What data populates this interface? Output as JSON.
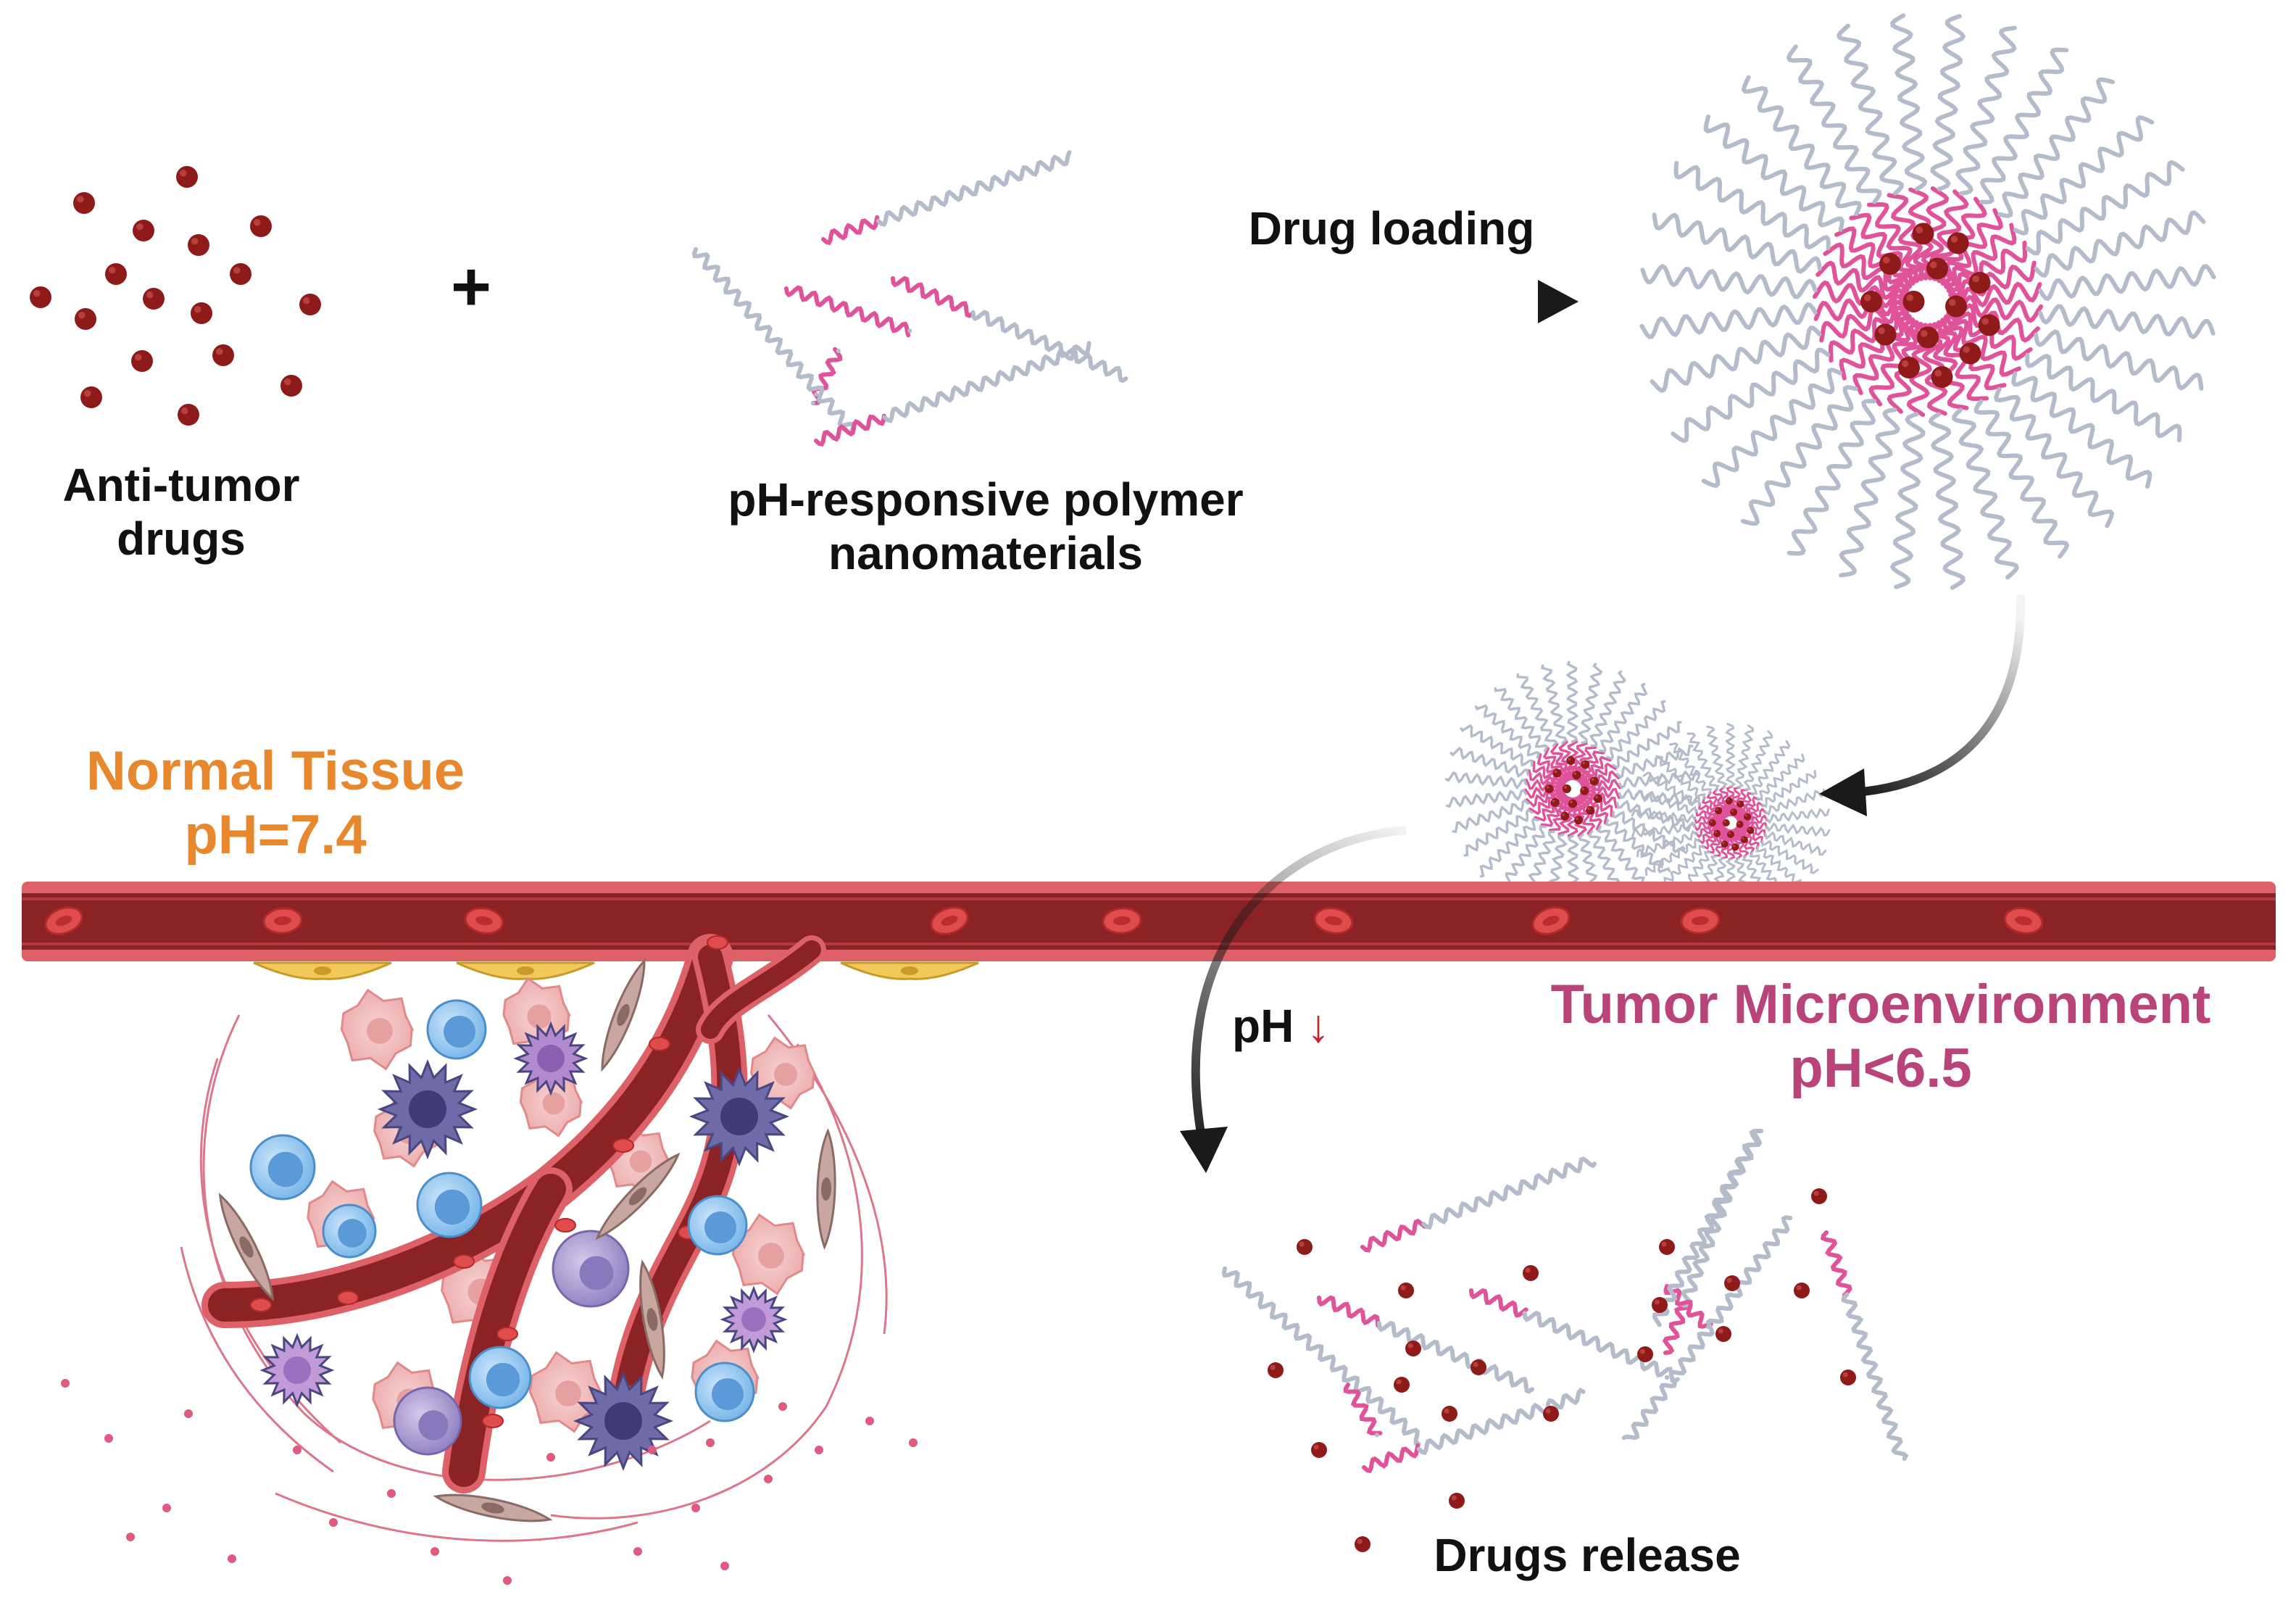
{
  "labels": {
    "anti_tumor_drugs": "Anti-tumor\ndrugs",
    "plus": "+",
    "polymer": "pH-responsive polymer\nnanomaterials",
    "drug_loading": "Drug loading",
    "normal_tissue_title": "Normal Tissue",
    "normal_tissue_ph": "pH=7.4",
    "tumor_title": "Tumor Microenvironment",
    "tumor_ph": "pH<6.5",
    "ph_drop": "pH",
    "ph_drop_arrow": "↓",
    "drugs_release": "Drugs release"
  },
  "colors": {
    "drug": "#8e1a1a",
    "polymer_gray": "#b4bccb",
    "polymer_pink": "#e0529a",
    "vessel_wall": "#d9545a",
    "vessel_lumen": "#8a2226",
    "normal_label": "#e8882e",
    "tumor_label": "#b8447a",
    "arrow": "#1a1a1a"
  },
  "icons": {
    "drug_particle": "drug-particle-icon",
    "polymer_chain": "polymer-chain-icon",
    "micelle": "drug-loaded-micelle-icon",
    "blood_vessel": "blood-vessel-icon",
    "red_blood_cell": "red-blood-cell-icon",
    "tumor_cell_cluster": "tumor-cell-cluster-icon"
  }
}
